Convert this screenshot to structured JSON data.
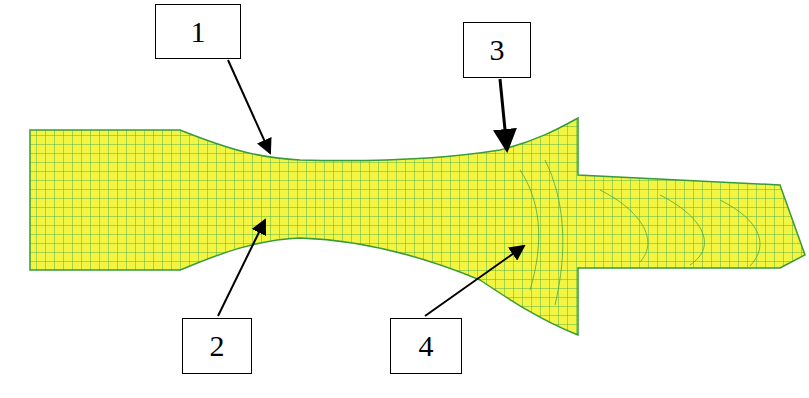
{
  "diagram": {
    "nodes": [
      {
        "text": [
          "1"
        ]
      },
      {
        "text": [
          "3"
        ]
      },
      {
        "text": [
          "2"
        ]
      },
      {
        "text": [
          "4"
        ]
      }
    ]
  }
}
